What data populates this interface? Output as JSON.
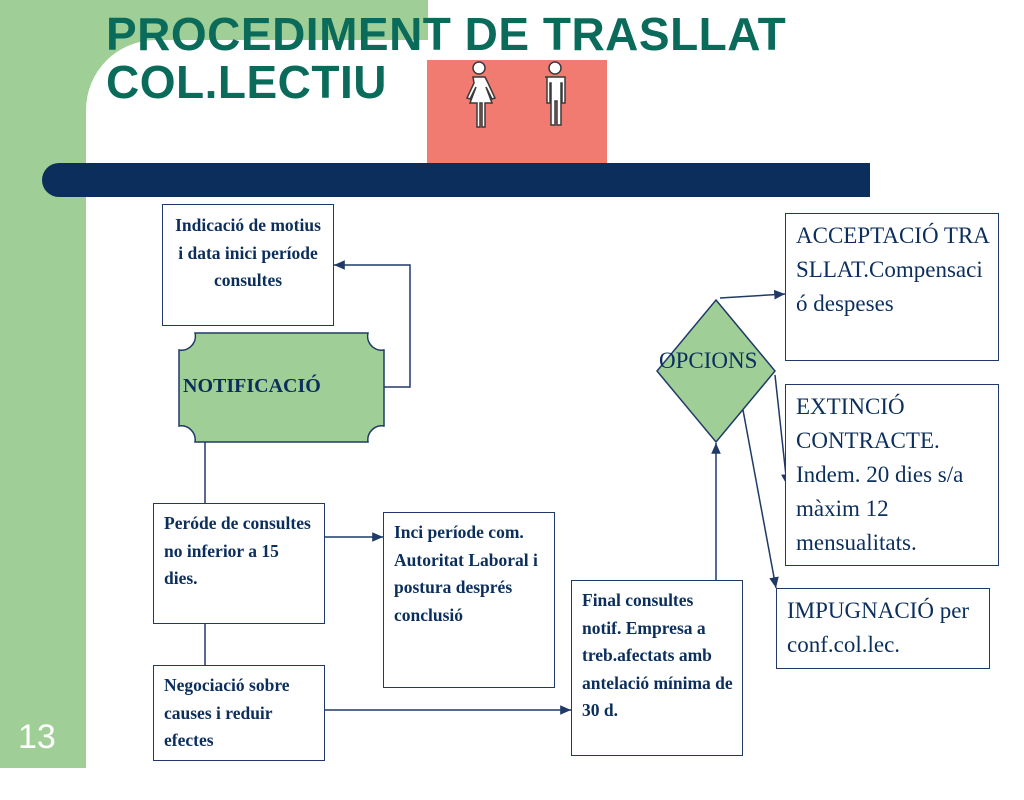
{
  "slide": {
    "title_line1": "PROCEDIMENT DE TRASLLAT",
    "title_line2": "COL.LECTIU",
    "number": "13"
  },
  "icons": [
    "woman-icon",
    "man-icon"
  ],
  "colors": {
    "green": "#9fcf96",
    "title": "#0b6b5a",
    "navy": "#0b2e5c",
    "pink": "#f17b70"
  },
  "nodes": {
    "indicacio": "Indicació de motius i data inici període consultes",
    "notificacio": "NOTIFICACIÓ",
    "periode": "Peróde de consultes no inferior a 15 dies.",
    "inici": "Inci període com. Autoritat Laboral i postura després conclusió",
    "negociacio": "Negociació sobre causes i reduir efectes",
    "final": "Final consultes notif. Empresa a treb.afectats amb antelació mínima de 30 d.",
    "opcions": "OPCIONS",
    "acceptacio": "ACCEPTACIÓ TRASLLAT.Compensació despeses",
    "extincio": "EXTINCIÓ CONTRACTE. Indem. 20 dies s/a màxim 12 mensualitats.",
    "impugnacio": "IMPUGNACIÓ per conf.col.lec."
  }
}
